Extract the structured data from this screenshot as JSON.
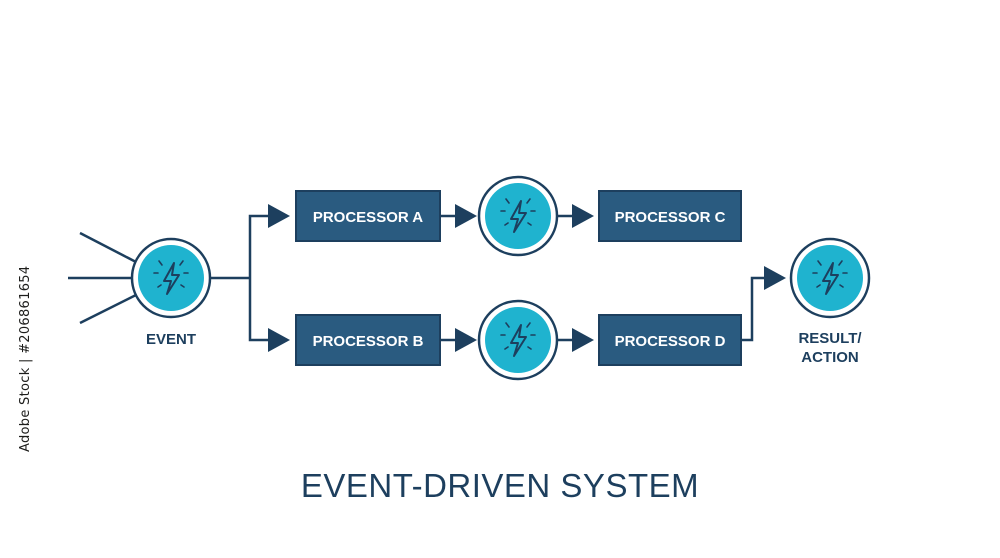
{
  "diagram": {
    "title": "EVENT-DRIVEN SYSTEM",
    "event_label": "EVENT",
    "result_label_line1": "RESULT/",
    "result_label_line2": "ACTION",
    "processors": {
      "a": "PROCESSOR A",
      "b": "PROCESSOR B",
      "c": "PROCESSOR C",
      "d": "PROCESSOR D"
    },
    "node_icon": "lightning-bolt-icon"
  },
  "watermark": "Adobe Stock | #206861654",
  "colors": {
    "navy": "#1d3f5e",
    "box_fill": "#2a5b80",
    "circle_fill": "#1fb3cf"
  }
}
